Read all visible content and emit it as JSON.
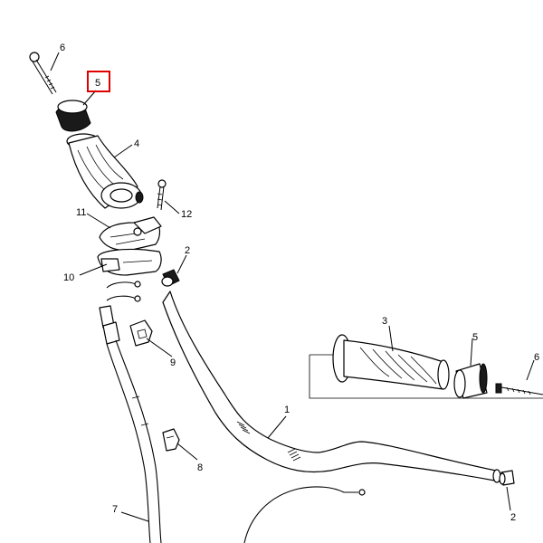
{
  "callouts": {
    "part_1": "1",
    "part_2_upper": "2",
    "part_2_lower": "2",
    "part_3": "3",
    "part_4": "4",
    "part_5_left": "5",
    "part_5_right": "5",
    "part_6_left": "6",
    "part_6_right": "6",
    "part_7": "7",
    "part_8": "8",
    "part_9": "9",
    "part_10": "10",
    "part_11": "11",
    "part_12": "12"
  },
  "highlight": {
    "part": "5",
    "color": "#e00000"
  }
}
